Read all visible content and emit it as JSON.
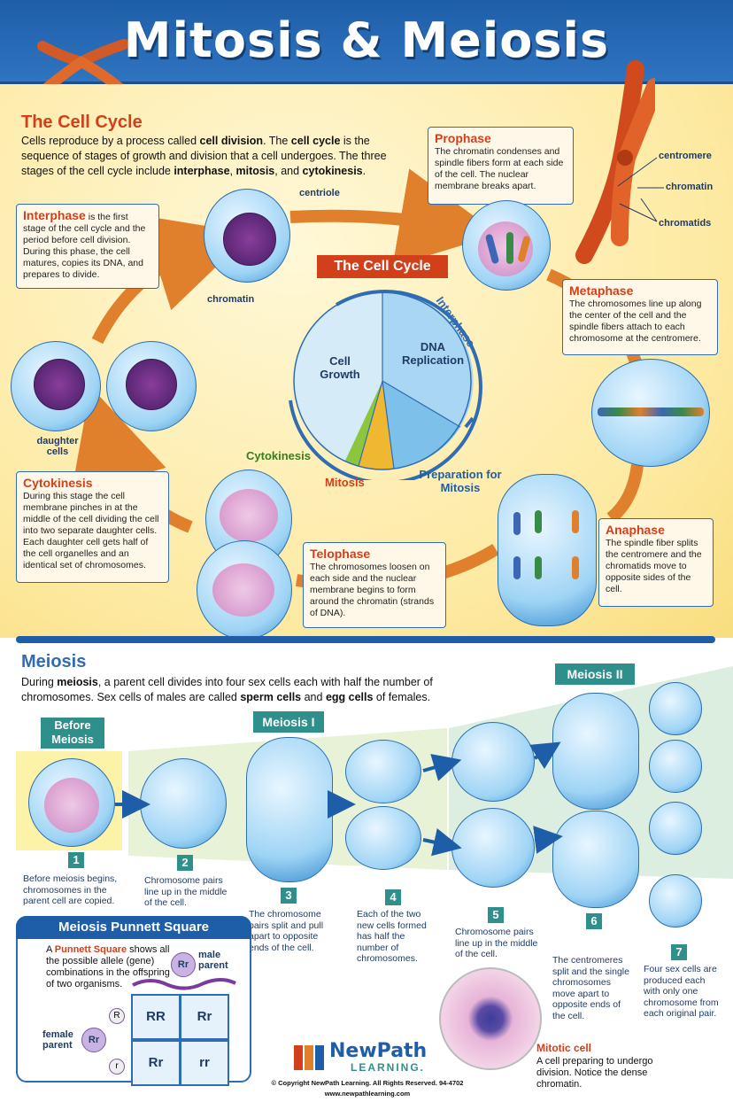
{
  "header": {
    "title": "Mitosis & Meiosis"
  },
  "cell_cycle": {
    "heading": "The Cell Cycle",
    "intro": [
      {
        "t": "Cells reproduce by a process called ",
        "b": false
      },
      {
        "t": "cell division",
        "b": true
      },
      {
        "t": ".  The ",
        "b": false
      },
      {
        "t": "cell cycle",
        "b": true
      },
      {
        "t": " is the sequence of stages of growth and division that a cell undergoes.  The three stages of the cell cycle include ",
        "b": false
      },
      {
        "t": "interphase",
        "b": true
      },
      {
        "t": ", ",
        "b": false
      },
      {
        "t": "mitosis",
        "b": true
      },
      {
        "t": ", and ",
        "b": false
      },
      {
        "t": "cytokinesis",
        "b": true
      },
      {
        "t": ".",
        "b": false
      }
    ],
    "interphase": {
      "title": "Interphase",
      "text": " is the first stage of the cell cycle and the period before cell division. During this phase, the cell matures, copies its DNA, and prepares to divide."
    },
    "prophase": {
      "title": "Prophase",
      "text": "The chromatin condenses and spindle fibers form at each side of the cell. The nuclear membrane breaks apart."
    },
    "metaphase": {
      "title": "Metaphase",
      "text": "The chromosomes line up along the center of the cell  and the spindle fibers attach to each chromosome at the centromere."
    },
    "anaphase": {
      "title": "Anaphase",
      "text": "The spindle fiber splits the centromere and the chromatids move to opposite sides of the cell."
    },
    "telophase": {
      "title": "Telophase",
      "text": "The chromosomes loosen on each side and the nuclear membrane begins to form around the chromatin (strands of DNA)."
    },
    "cytokinesis": {
      "title": "Cytokinesis",
      "text": "During this stage the cell membrane pinches in at the middle of the cell dividing the cell into two separate daughter cells.  Each daughter cell gets half of the cell organelles and an identical set of chromosomes."
    },
    "labels": {
      "centriole": "centriole",
      "chromatin": "chromatin",
      "daughter_cells": "daughter cells",
      "centromere": "centromere",
      "chromatin2": "chromatin",
      "chromatids": "chromatids"
    },
    "pie": {
      "title": "The Cell Cycle",
      "interphase_label": "Interphase",
      "cell_growth": "Cell Growth",
      "dna_replication": "DNA Replication",
      "preparation": "Preparation for Mitosis",
      "mitosis": "Mitosis",
      "cytokinesis": "Cytokinesis"
    }
  },
  "meiosis": {
    "heading": "Meiosis",
    "intro": [
      {
        "t": "During ",
        "b": false
      },
      {
        "t": "meiosis",
        "b": true
      },
      {
        "t": ", a parent cell divides into four sex cells each with half the number of chromosomes.  Sex cells of males are called ",
        "b": false
      },
      {
        "t": "sperm cells",
        "b": true
      },
      {
        "t": " and ",
        "b": false
      },
      {
        "t": "egg cells",
        "b": true
      },
      {
        "t": " of females.",
        "b": false
      }
    ],
    "before": "Before Meiosis",
    "meiosis1": "Meiosis I",
    "meiosis2": "Meiosis II",
    "steps": [
      {
        "n": "1",
        "text": "Before meiosis begins, chromosomes in the parent cell are copied."
      },
      {
        "n": "2",
        "text": "Chromosome pairs line up in the middle of the cell."
      },
      {
        "n": "3",
        "text": "The chromosome pairs split and pull apart to opposite ends of the cell."
      },
      {
        "n": "4",
        "text": "Each of the two new cells formed has half the number of chromosomes."
      },
      {
        "n": "5",
        "text": "Chromosome pairs line up in the middle of the cell."
      },
      {
        "n": "6",
        "text": "The centromeres split and the single chromosomes move apart to opposite ends of the cell."
      },
      {
        "n": "7",
        "text": "Four sex cells are produced each with only one chromosome from each original pair."
      }
    ]
  },
  "punnett": {
    "title": "Meiosis Punnett Square",
    "desc_pre": "A ",
    "desc_bold": "Punnett Square",
    "desc_post": " shows all the possible allele (gene) combinations in the offspring of two organisms.",
    "male_label": "male parent",
    "female_label": "female parent",
    "male": "Rr",
    "female": "Rr",
    "R": "R",
    "r": "r",
    "cells": [
      "RR",
      "Rr",
      "Rr",
      "rr"
    ]
  },
  "mitotic": {
    "title": "Mitotic cell",
    "text": "A cell preparing to undergo division. Notice the dense chromatin."
  },
  "footer": {
    "brand1": "NewPath",
    "brand2": "LEARNING.",
    "copyright": "© Copyright NewPath Learning. All Rights Reserved. 94-4702",
    "url": "www.newpathlearning.com"
  },
  "colors": {
    "blue": "#1e5ea8",
    "orange": "#e07f2c",
    "red_heading": "#d2401b",
    "teal": "#2f8f8a",
    "pie_blue": "#2f6cb4",
    "pie_light": "#d6ebf8",
    "pie_mid": "#a9d6f2",
    "mitosis": "#f0b830",
    "cytokinesis": "#8cc63f"
  }
}
